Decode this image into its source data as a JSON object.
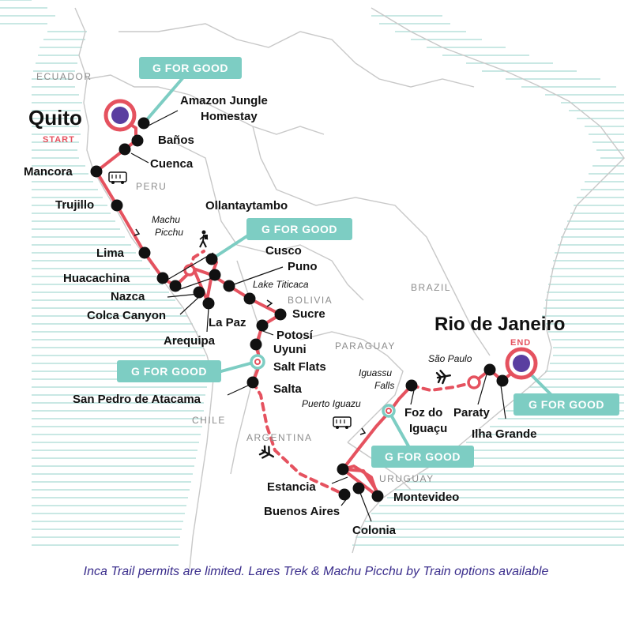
{
  "colors": {
    "route": "#e5525f",
    "teal": "#7dcdc3",
    "stop": "#111111",
    "land_line": "#c8c8c8",
    "water_line": "#a9d9d3",
    "endpoint": "#5a3ea0",
    "footer": "#3a2d8c",
    "start_text": "#e5525f"
  },
  "countries": {
    "ecuador": "ECUADOR",
    "peru": "PERU",
    "bolivia": "BOLIVIA",
    "brazil": "BRAZIL",
    "paraguay": "PARAGUAY",
    "chile": "CHILE",
    "argentina": "ARGENTINA",
    "uruguay": "URUGUAY"
  },
  "cities": {
    "quito": "Quito",
    "start": "START",
    "rio": "Rio de Janeiro",
    "end": "END",
    "amazon_1": "Amazon Jungle",
    "amazon_2": "Homestay",
    "banos": "Baños",
    "cuenca": "Cuenca",
    "mancora": "Mancora",
    "trujillo": "Trujillo",
    "ollantaytambo": "Ollantaytambo",
    "machu_1": "Machu",
    "machu_2": "Picchu",
    "lima": "Lima",
    "cusco": "Cusco",
    "puno": "Puno",
    "titicaca": "Lake Titicaca",
    "huacachina": "Huacachina",
    "nazca": "Nazca",
    "colca": "Colca Canyon",
    "lapaz": "La Paz",
    "sucre": "Sucre",
    "potosi": "Potosí",
    "arequipa": "Arequipa",
    "uyuni": "Uyuni",
    "saltflats": "Salt Flats",
    "saopaulo": "São Paulo",
    "iguassu_1": "Iguassu",
    "iguassu_2": "Falls",
    "puertoiguazu": "Puerto Iguazu",
    "foz_1": "Foz do",
    "foz_2": "Iguaçu",
    "paraty": "Paraty",
    "ilhagrande": "Ilha Grande",
    "spatacama": "San Pedro de Atacama",
    "salta": "Salta",
    "estancia": "Estancia",
    "montevideo": "Montevideo",
    "buenosaires": "Buenos Aires",
    "colonia": "Colonia"
  },
  "badges": {
    "g1": "G FOR GOOD",
    "g2": "G FOR GOOD",
    "g3": "G FOR GOOD",
    "g4": "G FOR GOOD",
    "g5": "G FOR GOOD"
  },
  "footer": {
    "note": "Inca Trail permits are limited. Lares Trek & Machu Picchu by Train options available"
  }
}
